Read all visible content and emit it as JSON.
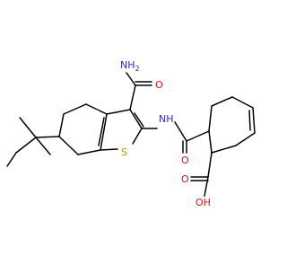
{
  "molecule": {
    "atoms": {
      "nh2": "NH",
      "nh2_sub": "2",
      "o_amide": "O",
      "nh": "NH",
      "s": "S",
      "o_carbonyl": "O",
      "o_acid": "O",
      "oh": "OH"
    }
  },
  "colors": {
    "bond": "#000000",
    "nitrogen": "#2a2ad0",
    "oxygen": "#e01010",
    "sulfur": "#b8a000",
    "background": "#ffffff"
  }
}
